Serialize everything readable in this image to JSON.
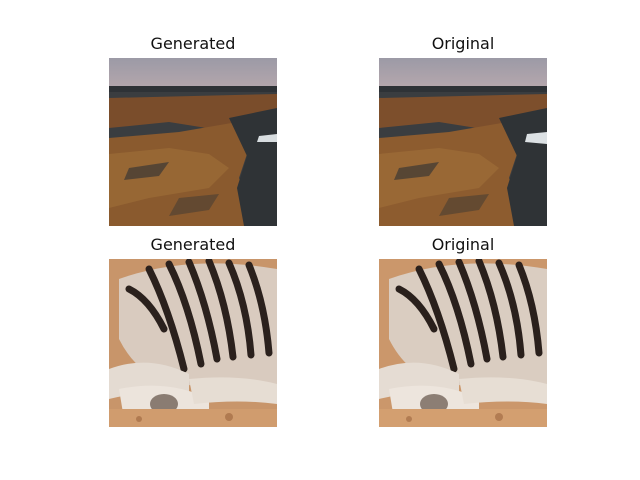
{
  "panels": [
    {
      "title": "Generated",
      "image": "landscape-dry-grass-river-image"
    },
    {
      "title": "Original",
      "image": "landscape-dry-grass-river-image"
    },
    {
      "title": "Generated",
      "image": "zebra-legs-on-sand-image"
    },
    {
      "title": "Original",
      "image": "zebra-legs-on-sand-image"
    }
  ]
}
